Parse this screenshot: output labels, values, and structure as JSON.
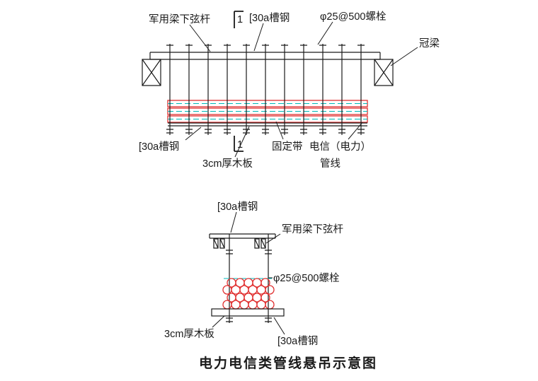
{
  "title": "电力电信类管线悬吊示意图",
  "colors": {
    "line": "#1a1a1a",
    "pipe": "#e03030",
    "centerline": "#00b7b7",
    "background": "#ffffff"
  },
  "plan_view": {
    "labels": {
      "chord": "军用梁下弦杆",
      "section_mark_top": "1",
      "channel_top": "[30a槽钢",
      "bolts": "φ25@500螺栓",
      "crown_beam": "冠梁",
      "channel_bottom": "[30a槽钢",
      "section_mark_bottom": "1",
      "strap": "固定带",
      "plank": "3cm厚木板",
      "pipeline_line1": "电信（电力）",
      "pipeline_line2": "管线"
    }
  },
  "section_view": {
    "labels": {
      "channel_top": "[30a槽钢",
      "chord": "军用梁下弦杆",
      "bolts": "φ25@500螺栓",
      "plank": "3cm厚木板",
      "channel_bottom": "[30a槽钢"
    }
  }
}
